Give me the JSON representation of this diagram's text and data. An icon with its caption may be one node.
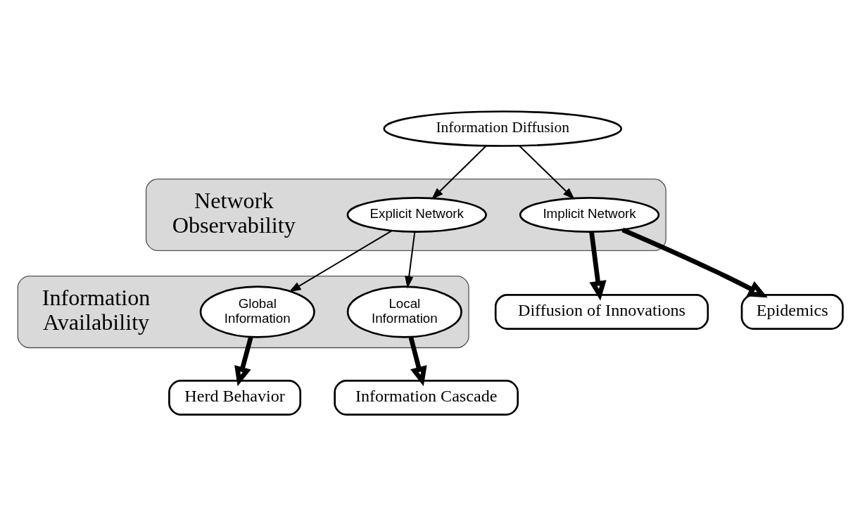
{
  "diagram": {
    "nodes": [
      {
        "text": [
          "Information Diffusion"
        ]
      },
      {
        "text": [
          "Network Observability"
        ]
      },
      {
        "text": [
          "Explicit Network"
        ],
        "in": 1
      },
      {
        "text": [
          "Implicit Network"
        ],
        "in": 1
      },
      {
        "text": [
          "Information Availability"
        ]
      },
      {
        "text": [
          "Global",
          "Information"
        ],
        "in": 4
      },
      {
        "text": [
          "Local",
          "Information"
        ],
        "in": 4
      },
      {
        "text": [
          "Herd Behavior"
        ]
      },
      {
        "text": [
          "Information Cascade"
        ]
      },
      {
        "text": [
          "Diffusion of Innovations"
        ]
      },
      {
        "text": [
          "Epidemics"
        ]
      }
    ],
    "edges": [
      {
        "from": 0,
        "to": 2,
        "arrow": "to"
      },
      {
        "from": 0,
        "to": 3,
        "arrow": "to"
      },
      {
        "from": 2,
        "to": 5,
        "arrow": "to"
      },
      {
        "from": 2,
        "to": 6,
        "arrow": "to"
      },
      {
        "from": 5,
        "to": 7,
        "arrow": "to",
        "style": "thick"
      },
      {
        "from": 6,
        "to": 8,
        "arrow": "to",
        "style": "thick"
      },
      {
        "from": 3,
        "to": 9,
        "arrow": "to",
        "style": "thick"
      },
      {
        "from": 3,
        "to": 10,
        "arrow": "to",
        "style": "thick"
      }
    ]
  }
}
